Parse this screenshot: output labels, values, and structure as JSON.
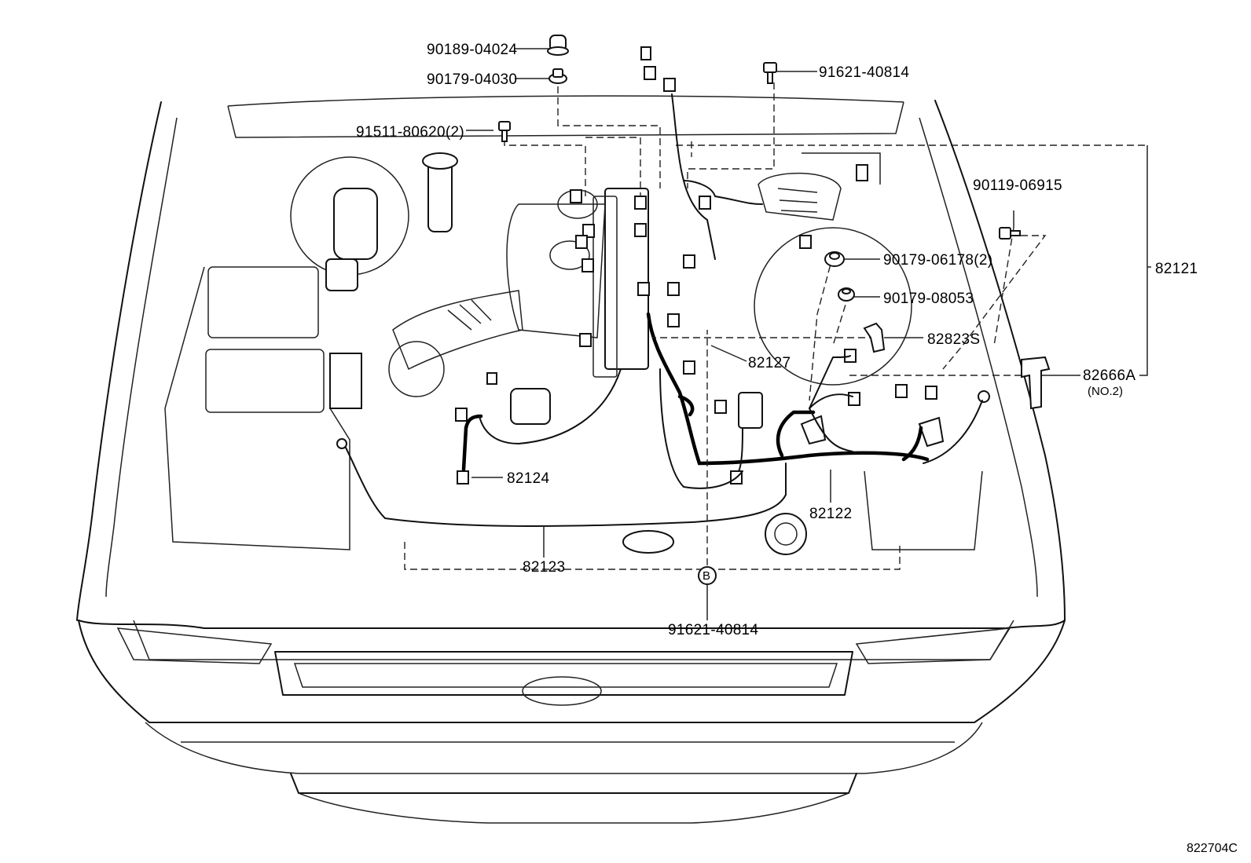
{
  "diagram": {
    "callouts": {
      "p90189_04024": "90189-04024",
      "p90179_04030": "90179-04030",
      "p91621_40814_top": "91621-40814",
      "p91511_80620": "91511-80620(2)",
      "p90119_06915": "90119-06915",
      "p82121": "82121",
      "p90179_06178": "90179-06178(2)",
      "p90179_08053": "90179-08053",
      "p82823S": "82823S",
      "p82127": "82127",
      "p82666A": "82666A",
      "p82666A_note": "(NO.2)",
      "p82124": "82124",
      "p82122": "82122",
      "p82123": "82123",
      "p91621_40814_bottom": "91621-40814",
      "ref_b": "B"
    },
    "illustration_id": "822704C"
  }
}
